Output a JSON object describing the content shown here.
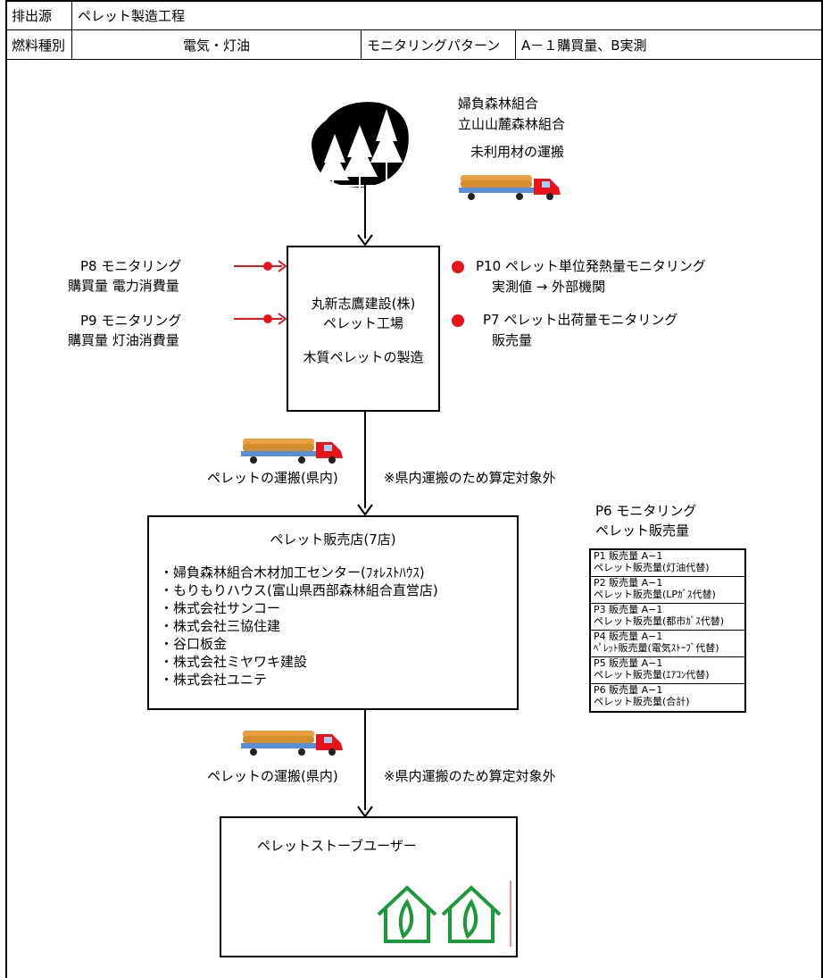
{
  "header": {
    "source_label": "排出源",
    "source_value": "ペレット製造工程",
    "fuel_label": "燃料種別",
    "fuel_value": "電気・灯油",
    "pattern_label": "モニタリングパターン",
    "pattern_value": "A－１購買量、B実測"
  },
  "forest": {
    "org1": "婦負森林組合",
    "org2": "立山山麓森林組合",
    "transport": "未利用材の運搬"
  },
  "left_monitor": {
    "p8_line1": "P8  モニタリング",
    "p8_line2": "購買量  電力消費量",
    "p9_line1": "P9  モニタリング",
    "p9_line2": "購買量  灯油消費量"
  },
  "factory": {
    "line1": "丸新志鷹建設(株)",
    "line2": "ペレット工場",
    "line3": "木質ペレットの製造"
  },
  "right_monitor": {
    "p10_line1": "P10  ペレット単位発熱量モニタリング",
    "p10_line2": "実測値  →  外部機関",
    "p7_line1": "P7  ペレット出荷量モニタリング",
    "p7_line2": "販売量"
  },
  "transport1": {
    "label": "ペレットの運搬(県内)",
    "note": "※県内運搬のため算定対象外"
  },
  "store": {
    "title": "ペレット販売店(7店)",
    "items": [
      "・婦負森林組合木材加工センター(ﾌｫﾚｽﾄﾊｳｽ)",
      "・もりもりハウス(富山県西部森林組合直営店)",
      "・株式会社サンコー",
      "・株式会社三協住建",
      "・谷口板金",
      "・株式会社ミヤワキ建設",
      "・株式会社ユニテ"
    ]
  },
  "p6": {
    "line1": "P6  モニタリング",
    "line2": "ペレット販売量",
    "rows": [
      {
        "a": "P1  販売量  A−1",
        "b": "ペレット販売量(灯油代替)"
      },
      {
        "a": "P2  販売量  A−1",
        "b": "ペレット販売量(LPｶﾞｽ代替)"
      },
      {
        "a": "P3  販売量  A−1",
        "b": "ペレット販売量(都市ｶﾞｽ代替)"
      },
      {
        "a": "P4  販売量  A−1",
        "b": "ﾍﾟﾚｯﾄ販売量(電気ｽﾄｰﾌﾞ代替)"
      },
      {
        "a": "P5  販売量  A−1",
        "b": "ペレット販売量(ｴｱｺﾝ代替)"
      },
      {
        "a": "P6  販売量  A−1",
        "b": "ペレット販売量(合計)"
      }
    ]
  },
  "transport2": {
    "label": "ペレットの運搬(県内)",
    "note": "※県内運搬のため算定対象外"
  },
  "user": {
    "title": "ペレットストーブユーザー"
  },
  "colors": {
    "red": "#e8141c",
    "green": "#1a9a3a",
    "truck_cab": "#e8141c",
    "logs": "#e8a040",
    "truck_bed": "#5a8fd8"
  }
}
